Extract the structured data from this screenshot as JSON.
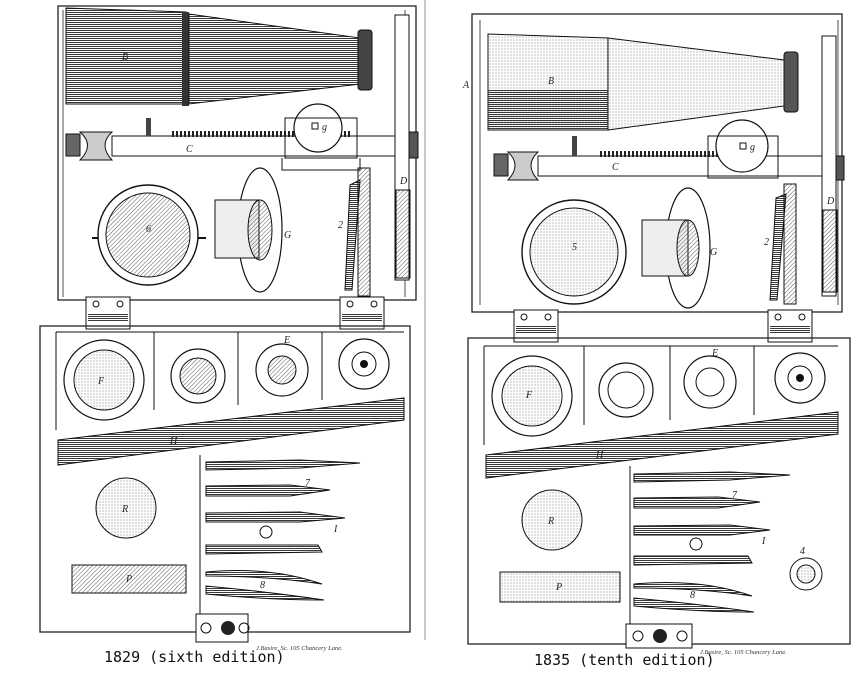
{
  "plates": [
    {
      "caption": "1829 (sixth edition)",
      "engraver_credit": "J.Basire, Sc. 105 Chancery Lane.",
      "labels": {
        "B": "B",
        "C": "C",
        "D": "D",
        "g": "g",
        "G": "G",
        "6": "6",
        "two": "2",
        "F": "F",
        "E": "E",
        "H": "H",
        "R": "R",
        "P": "P",
        "seven": "7",
        "I": "I",
        "eight": "8"
      }
    },
    {
      "caption": "1835 (tenth edition)",
      "engraver_credit": "J.Basire, Sc. 105 Chancery Lane.",
      "labels": {
        "A": "A",
        "B": "B",
        "C": "C",
        "D": "D",
        "g": "g",
        "G": "G",
        "5": "5",
        "two": "2",
        "F": "F",
        "E": "E",
        "H": "H",
        "R": "R",
        "P": "P",
        "seven": "7",
        "I": "I",
        "eight": "8",
        "four": "4"
      }
    }
  ]
}
